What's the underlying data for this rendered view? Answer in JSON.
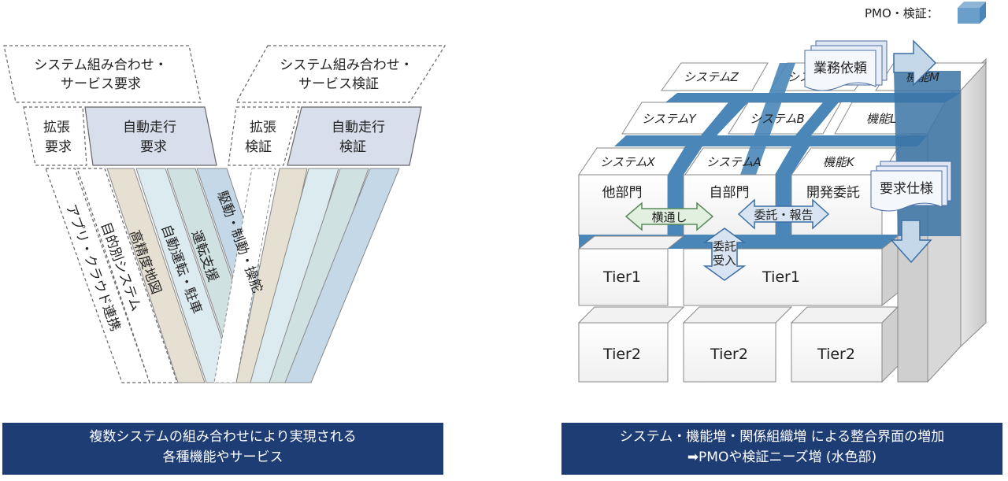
{
  "left": {
    "top_left_box": [
      "システム組み合わせ・",
      "サービス要求"
    ],
    "top_right_box": [
      "システム組み合わせ・",
      "サービス検証"
    ],
    "mid_left_small": [
      "拡張",
      "要求"
    ],
    "mid_left_big": [
      "自動走行",
      "要求"
    ],
    "mid_right_small": [
      "拡張",
      "検証"
    ],
    "mid_right_big": [
      "自動走行",
      "検証"
    ],
    "strips": [
      "アプリ・クラウド連携",
      "目的別システム",
      "高精度地図",
      "自動運転・駐車",
      "運転支援",
      "駆動・制動・操舵"
    ],
    "caption": [
      "複数システムの組み合わせにより実現される",
      "各種機能やサービス"
    ]
  },
  "right": {
    "legend_label": "PMO・検証：",
    "top_faces": [
      "システムZ",
      "システム",
      "機能M",
      "システムY",
      "システムB",
      "機能L",
      "システムX",
      "システムA",
      "機能K"
    ],
    "front_tier0": [
      "他部門",
      "自部門",
      "開発委託"
    ],
    "front_tier1": [
      "Tier1",
      "Tier1"
    ],
    "front_tier2": [
      "Tier2",
      "Tier2",
      "Tier2"
    ],
    "doc1": "業務依頼",
    "doc2": "要求仕様",
    "arrow_yokodoshi": "横通し",
    "arrow_itaku": "委託・報告",
    "arrow_juju": [
      "委託",
      "受入"
    ],
    "caption": [
      "システム・機能増・関係組織増 による整合界面の増加",
      "➡PMOや検証ニーズ増 (水色部)"
    ],
    "colors": {
      "accent": "#4a86b8",
      "caption_bg": "#1f3d75"
    }
  }
}
